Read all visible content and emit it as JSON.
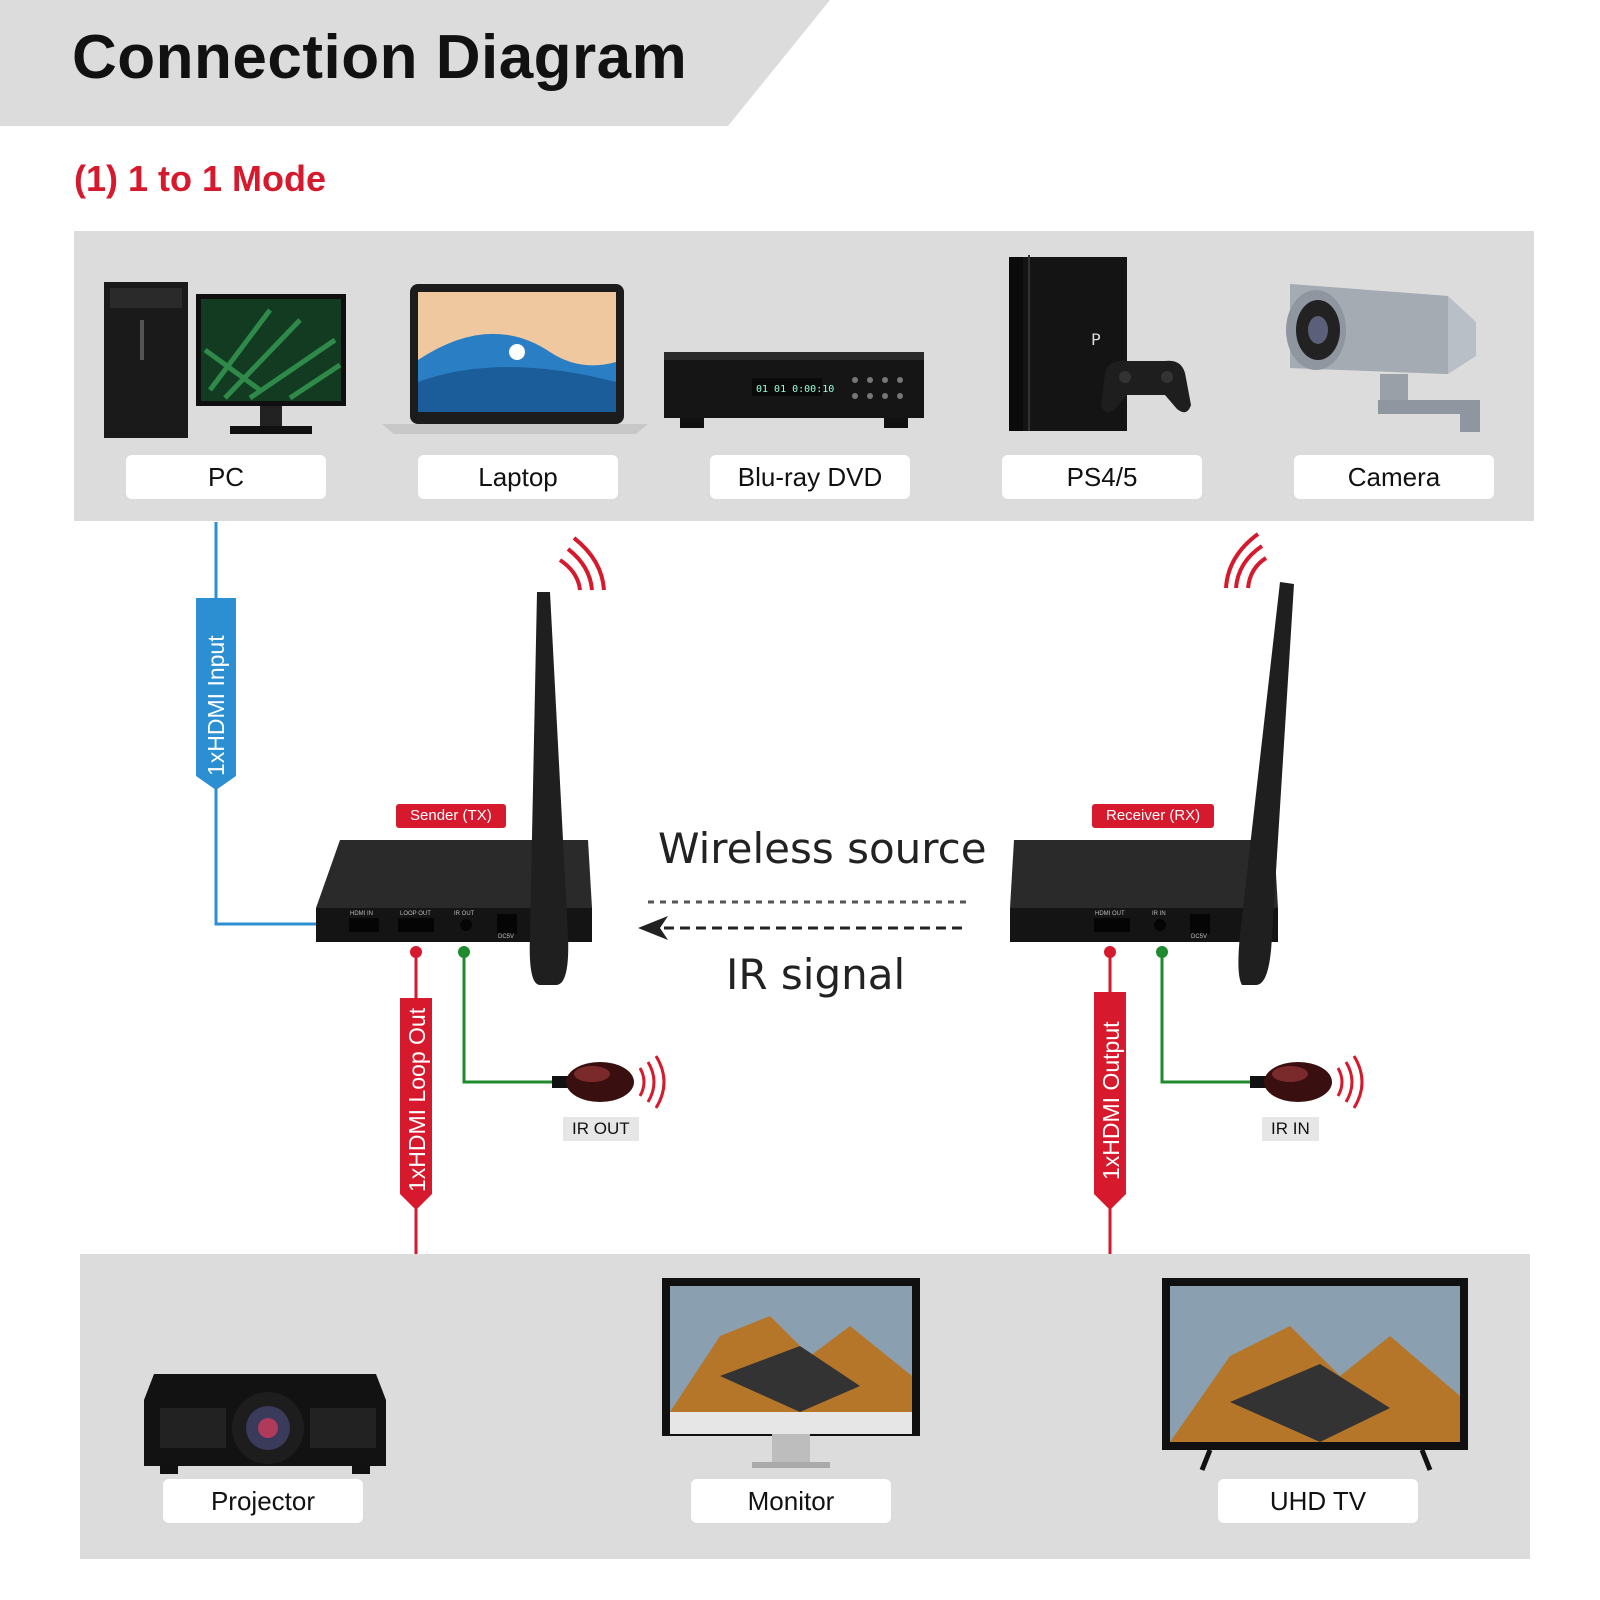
{
  "header": {
    "title": "Connection Diagram",
    "subtitle": "(1) 1 to 1 Mode"
  },
  "sources": [
    {
      "label": "PC",
      "icon": "pc-icon"
    },
    {
      "label": "Laptop",
      "icon": "laptop-icon"
    },
    {
      "label": "Blu-ray DVD",
      "icon": "bluray-player-icon"
    },
    {
      "label": "PS4/5",
      "icon": "game-console-icon"
    },
    {
      "label": "Camera",
      "icon": "cctv-camera-icon"
    }
  ],
  "displays": [
    {
      "label": "Projector",
      "icon": "projector-icon"
    },
    {
      "label": "Monitor",
      "icon": "monitor-icon"
    },
    {
      "label": "UHD TV",
      "icon": "tv-icon"
    }
  ],
  "transmitter": {
    "tag": "Sender (TX)",
    "ports": [
      "HDMI IN",
      "LOOP OUT",
      "IR OUT",
      "DC5V"
    ]
  },
  "receiver": {
    "tag": "Receiver (RX)",
    "ports": [
      "HDMI OUT",
      "IR IN",
      "DC5V"
    ]
  },
  "links": {
    "hdmi_input": "1xHDMI Input",
    "hdmi_loop_out": "1xHDMI Loop Out",
    "hdmi_output": "1xHDMI Output",
    "wireless": "Wireless source",
    "ir": "IR signal"
  },
  "ir_devices": {
    "tx": "IR OUT",
    "rx": "IR IN"
  },
  "colors": {
    "accent_red": "#d6192c",
    "hdmi_in_blue": "#2b8fd2",
    "ir_green": "#1f8a2e",
    "panel_gray": "#dcdcdc"
  }
}
